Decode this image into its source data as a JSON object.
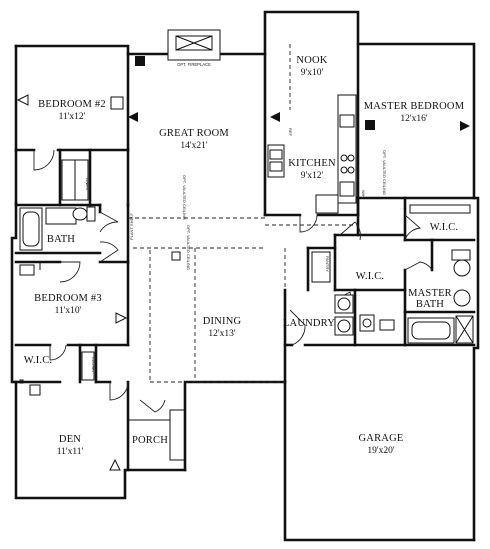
{
  "plan": {
    "rooms": {
      "bedroom2": {
        "name": "BEDROOM #2",
        "size": "11'x12'"
      },
      "great_room": {
        "name": "GREAT ROOM",
        "size": "14'x21'"
      },
      "nook": {
        "name": "NOOK",
        "size": "9'x10'"
      },
      "kitchen": {
        "name": "KITCHEN",
        "size": "9'x12'"
      },
      "master_bedroom": {
        "name": "MASTER BEDROOM",
        "size": "12'x16'"
      },
      "bath": {
        "name": "BATH"
      },
      "bedroom3": {
        "name": "BEDROOM #3",
        "size": "11'x10'"
      },
      "wic_left": {
        "name": "W.I.C."
      },
      "wic_master": {
        "name": "W.I.C."
      },
      "wic_master2": {
        "name": "W.I.C."
      },
      "master_bath": {
        "name": "MASTER",
        "name2": "BATH"
      },
      "laundry": {
        "name": "LAUNDRY"
      },
      "dining": {
        "name": "DINING",
        "size": "12'x13'"
      },
      "den": {
        "name": "DEN",
        "size": "11'x11'"
      },
      "porch": {
        "name": "PORCH"
      },
      "garage": {
        "name": "GARAGE",
        "size": "19'x20'"
      }
    },
    "notes": {
      "fireplace": "OPT. FIREPLACE",
      "linen": "LINEN",
      "closet": "CLOSET",
      "pantry": "PANTRY",
      "great_ceiling": "OPT. VAULTED CEILING",
      "master_ceiling": "OPT. VAULTED CEILING",
      "dining_ceiling": "OPT. VAULTED CEILING",
      "plant_shelf": "PLANT SHELF",
      "ref": "REF",
      "wh": "W/H"
    }
  }
}
